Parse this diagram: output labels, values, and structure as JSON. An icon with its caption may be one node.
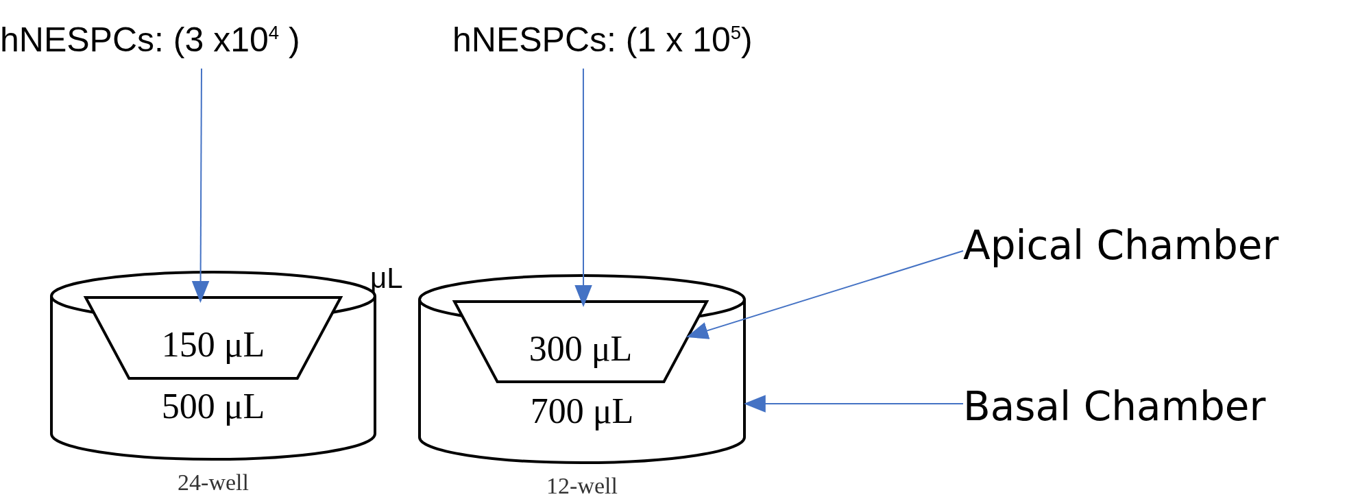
{
  "diagram": {
    "nodes": [
      {
        "text": [
          "hNESPCs: (3 x10$^{4}$ )"
        ]
      },
      {
        "text": [
          "hNESPCs: (1 x 10$^{5}$)"
        ]
      },
      {
        "text": [
          "500 μL"
        ],
        "beside": [
          "24-well"
        ]
      },
      {
        "text": [
          "150 μL"
        ],
        "in": 2
      },
      {
        "text": [
          "700 μL"
        ],
        "beside": [
          "12-well"
        ]
      },
      {
        "text": [
          "300 μL"
        ],
        "in": 4
      },
      {
        "text": [
          "Apical Chamber"
        ]
      },
      {
        "text": [
          "Basal Chamber"
        ]
      }
    ],
    "edges": [
      {
        "from": 0,
        "to": 3,
        "arrow": "to"
      },
      {
        "from": 1,
        "to": 5,
        "arrow": "to"
      },
      {
        "from": 6,
        "to": 5,
        "arrow": "to"
      },
      {
        "from": 7,
        "to": 4,
        "arrow": "to"
      }
    ],
    "labels": [
      "μL"
    ]
  }
}
